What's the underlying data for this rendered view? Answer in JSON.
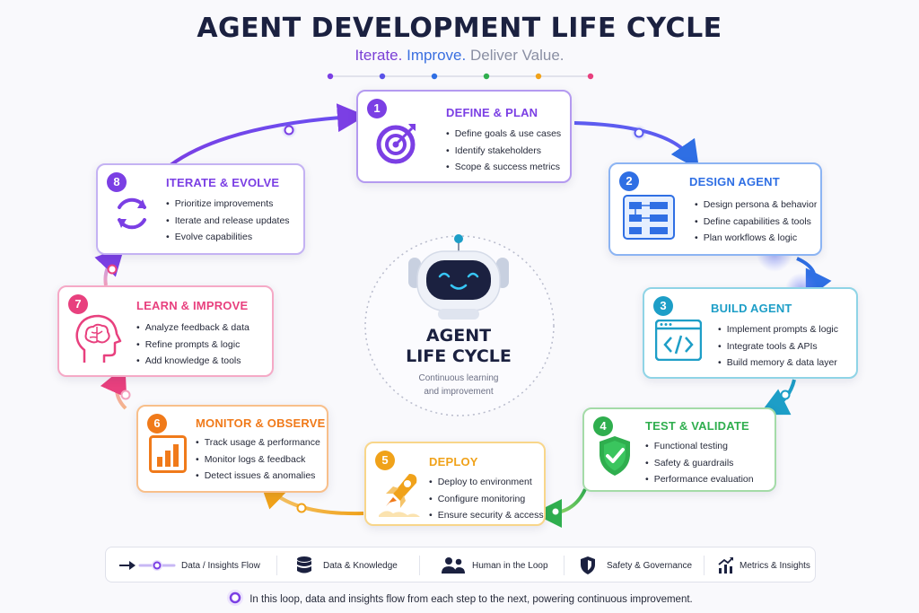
{
  "header": {
    "title": "AGENT DEVELOPMENT LIFE CYCLE",
    "subtitle_1": "Iterate.",
    "subtitle_2": "Improve.",
    "subtitle_3": "Deliver Value."
  },
  "steps": [
    {
      "number": "1",
      "title": "DEFINE & PLAN",
      "color": "#7b3fe4",
      "icon": "target-icon",
      "items": [
        "Define goals & use cases",
        "Identify stakeholders",
        "Scope & success metrics"
      ]
    },
    {
      "number": "2",
      "title": "DESIGN AGENT",
      "color": "#2f6fe4",
      "icon": "flowchart-icon",
      "items": [
        "Design persona & behavior",
        "Define capabilities & tools",
        "Plan workflows & logic"
      ]
    },
    {
      "number": "3",
      "title": "BUILD AGENT",
      "color": "#1d9ec7",
      "icon": "code-window-icon",
      "items": [
        "Implement prompts & logic",
        "Integrate tools & APIs",
        "Build memory & data layer"
      ]
    },
    {
      "number": "4",
      "title": "TEST & VALIDATE",
      "color": "#2fae4e",
      "icon": "shield-check-icon",
      "items": [
        "Functional testing",
        "Safety & guardrails",
        "Performance evaluation"
      ]
    },
    {
      "number": "5",
      "title": "DEPLOY",
      "color": "#f0a21a",
      "icon": "rocket-icon",
      "items": [
        "Deploy to environment",
        "Configure monitoring",
        "Ensure security & access"
      ]
    },
    {
      "number": "6",
      "title": "MONITOR & OBSERVE",
      "color": "#f07a1a",
      "icon": "bar-chart-icon",
      "items": [
        "Track usage & performance",
        "Monitor logs & feedback",
        "Detect issues & anomalies"
      ]
    },
    {
      "number": "7",
      "title": "LEARN & IMPROVE",
      "color": "#e8407e",
      "icon": "brain-head-icon",
      "items": [
        "Analyze feedback & data",
        "Refine prompts & logic",
        "Add knowledge & tools"
      ]
    },
    {
      "number": "8",
      "title": "ITERATE & EVOLVE",
      "color": "#7b3fe4",
      "icon": "cycle-arrows-icon",
      "items": [
        "Prioritize improvements",
        "Iterate and release updates",
        "Evolve capabilities"
      ]
    }
  ],
  "center": {
    "title_line1": "AGENT",
    "title_line2": "LIFE CYCLE",
    "sub_line1": "Continuous learning",
    "sub_line2": "and improvement"
  },
  "legend": [
    {
      "label": "Data / Insights Flow",
      "icon": "flow-arrow-icon"
    },
    {
      "label": "Data & Knowledge",
      "icon": "database-icon"
    },
    {
      "label": "Human in the Loop",
      "icon": "people-icon"
    },
    {
      "label": "Safety & Governance",
      "icon": "shield-icon"
    },
    {
      "label": "Metrics & Insights",
      "icon": "metrics-icon"
    }
  ],
  "footnote": "In this loop, data and insights flow from each step to the next, powering continuous improvement."
}
